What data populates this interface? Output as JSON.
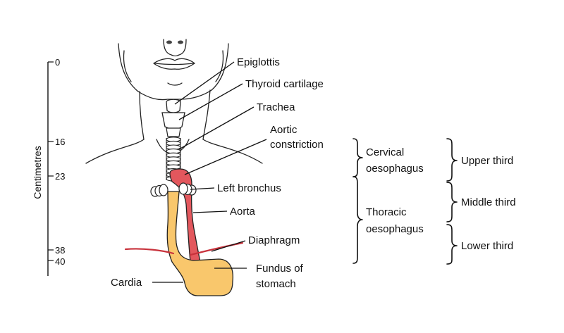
{
  "scale": {
    "title": "Centimetres",
    "ticks": [
      "0",
      "16",
      "23",
      "38",
      "40"
    ]
  },
  "labels": {
    "epiglottis": "Epiglottis",
    "thyroid_cartilage": "Thyroid cartilage",
    "trachea": "Trachea",
    "aortic_constriction_line1": "Aortic",
    "aortic_constriction_line2": "constriction",
    "left_bronchus": "Left bronchus",
    "aorta": "Aorta",
    "diaphragm": "Diaphragm",
    "cardia": "Cardia",
    "fundus_line1": "Fundus of",
    "fundus_line2": "stomach"
  },
  "segments": {
    "cervical_line1": "Cervical",
    "cervical_line2": "oesophagus",
    "thoracic_line1": "Thoracic",
    "thoracic_line2": "oesophagus",
    "upper_third": "Upper third",
    "middle_third": "Middle third",
    "lower_third": "Lower third"
  },
  "colors": {
    "oesophagus": "#f9c76c",
    "aorta": "#e3575d",
    "diaphragm": "#c8323c",
    "outline": "#222222",
    "text": "#111111"
  }
}
